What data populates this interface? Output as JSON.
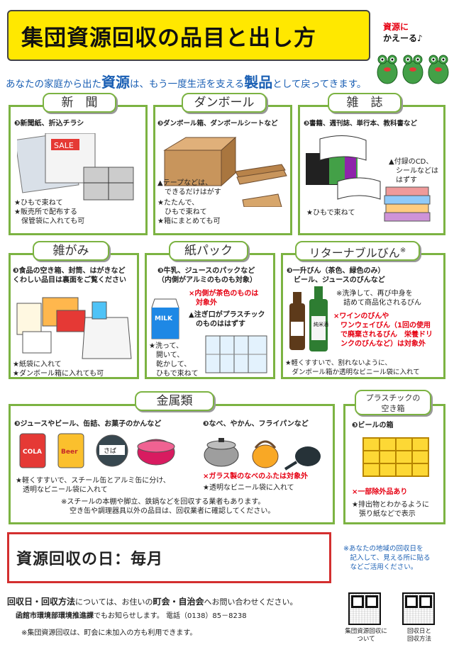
{
  "header": {
    "title": "集団資源回収の品目と出し方",
    "frog_line1": "資源に",
    "frog_line2": "かえーる♪"
  },
  "subtitle": {
    "part1": "あなたの家庭から出た",
    "resource": "資源",
    "part2": "は、もう一度生活を支える",
    "product": "製品",
    "part3": "として戻ってきます。"
  },
  "newspaper": {
    "label": "新　聞",
    "items": "❸新聞紙、折込チラシ",
    "notes": [
      "★ひもで束ねて",
      "★販売所で配布する",
      "　保管袋に入れても可"
    ]
  },
  "cardboard": {
    "label": "ダンボール",
    "items": "❸ダンボール箱、ダンボールシートなど",
    "tape_note1": "▲テープなどは、",
    "tape_note2": "　できるだけはがす",
    "notes": [
      "★たたんで、",
      "　ひもで束ねて",
      "★箱にまとめても可"
    ]
  },
  "magazine": {
    "label": "雑　誌",
    "items": "❸書籍、週刊誌、単行本、教科書など",
    "cd_note": [
      "▲付録のCD、",
      "　シールなどは",
      "　はずす"
    ],
    "notes": [
      "★ひもで束ねて"
    ]
  },
  "mixed_paper": {
    "label": "雑がみ",
    "items1": "❸食品の空き箱、封筒、はがきなど",
    "items2": "くわしい品目は裏面をご覧ください",
    "notes": [
      "★紙袋に入れて",
      "★ダンボール箱に入れても可"
    ]
  },
  "carton": {
    "label": "紙パック",
    "items1": "❸牛乳、ジュースのパックなど",
    "items2": "（内側がアルミのものも対象）",
    "red_note1": "×内側が茶色のものは",
    "red_note2": "　対象外",
    "spout_note1": "▲注ぎ口がプラスチック",
    "spout_note2": "　のものははずす",
    "notes": [
      "★洗って、",
      "　開いて、",
      "　乾かして、",
      "　ひもで束ねて"
    ],
    "milk_label": "MILK"
  },
  "bottle": {
    "label": "リターナブルびん",
    "label_mark": "※",
    "items1": "❸一升びん（茶色、緑色のみ）",
    "items2": "　ビール、ジュースのびんなど",
    "wash_note1": "※洗浄して、再び中身を",
    "wash_note2": "　詰めて商品化されるびん",
    "red_note": [
      "×ワインのびんや",
      "　ワンウェイびん（1回の使用",
      "　で廃棄されるびん　栄養ドリ",
      "　ンクのびんなど）は対象外"
    ],
    "notes": [
      "★軽くすすいで、割れないように、",
      "　ダンボール箱か透明なビニール袋に入れて"
    ],
    "sake_label": "純米酒"
  },
  "metal": {
    "label": "金属類",
    "items_cans": "❸ジュースやビール、缶詰、お菓子のかんなど",
    "items_pots": "❸なべ、やかん、フライパンなど",
    "red_note": "×ガラス製のなべのふたは対象外",
    "pot_note": "★透明なビニール袋に入れて",
    "notes": [
      "★軽くすすいで、スチール缶とアルミ缶に分け、",
      "　透明なビニール袋に入れて"
    ],
    "footnote1": "※スチールの本棚や脚立、鉄鍋などを回収する業者もあります。",
    "footnote2": "空き缶や調理器具以外の品目は、回収業者に確認してください。",
    "can_labels": [
      "COLA",
      "Beer",
      "さば"
    ]
  },
  "plastic_crate": {
    "label1": "プラスチックの",
    "label2": "空き箱",
    "items": "❸ビールの箱",
    "red_note": "×一部除外品あり",
    "notes": [
      "★排出物とわかるように",
      "　張り紙などで表示"
    ]
  },
  "schedule": {
    "text": "資源回収の日：毎月",
    "note": [
      "※あなたの地域の回収日を",
      "　記入して、見える所に貼る",
      "　などご活用ください。"
    ]
  },
  "footer": {
    "line1_bold": "回収日・回収方法",
    "line1_mid": "については、お住いの",
    "line1_bold2": "町会・自治会",
    "line1_end": "へお問い合わせください。",
    "line2_bold": "函館市環境部環境推進課",
    "line2_rest": "でもお知らせします。 電話（0138）85－8238",
    "line3": "※集団資源回収は、町会に未加入の方も利用できます。",
    "qr1_caption": [
      "集団資源回収に",
      "ついて"
    ],
    "qr2_caption": [
      "回収日と",
      "回収方法"
    ]
  }
}
